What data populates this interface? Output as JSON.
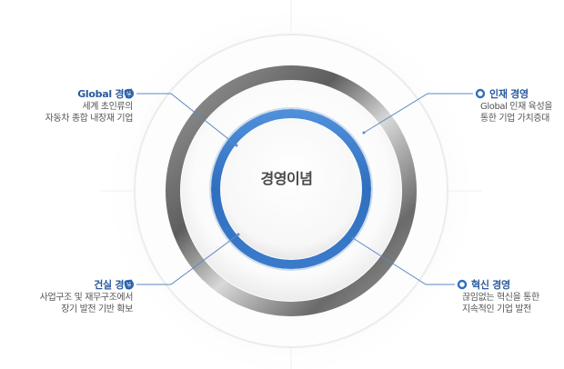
{
  "center": {
    "title": "경영이념"
  },
  "items": [
    {
      "title": "Global 경영",
      "desc_lines": [
        "세계 초인류의",
        "자동차 종합 내장재 기업"
      ]
    },
    {
      "title": "인재 경영",
      "desc_lines": [
        "Global 인재 육성을",
        "통한 기업 가치증대"
      ]
    },
    {
      "title": "건실 경영",
      "desc_lines": [
        "사업구조 및 재무구조에서",
        "장기 발전 기반 확보"
      ]
    },
    {
      "title": "혁신 경영",
      "desc_lines": [
        "끊임없는 혁신을 통한",
        "지속적인 기업 발전"
      ]
    }
  ],
  "colors": {
    "accent_blue": "#2f6fbe",
    "label_blue": "#2a5a9e",
    "line_blue": "#5b88c4",
    "gray_ring": "#6f6f6f"
  }
}
